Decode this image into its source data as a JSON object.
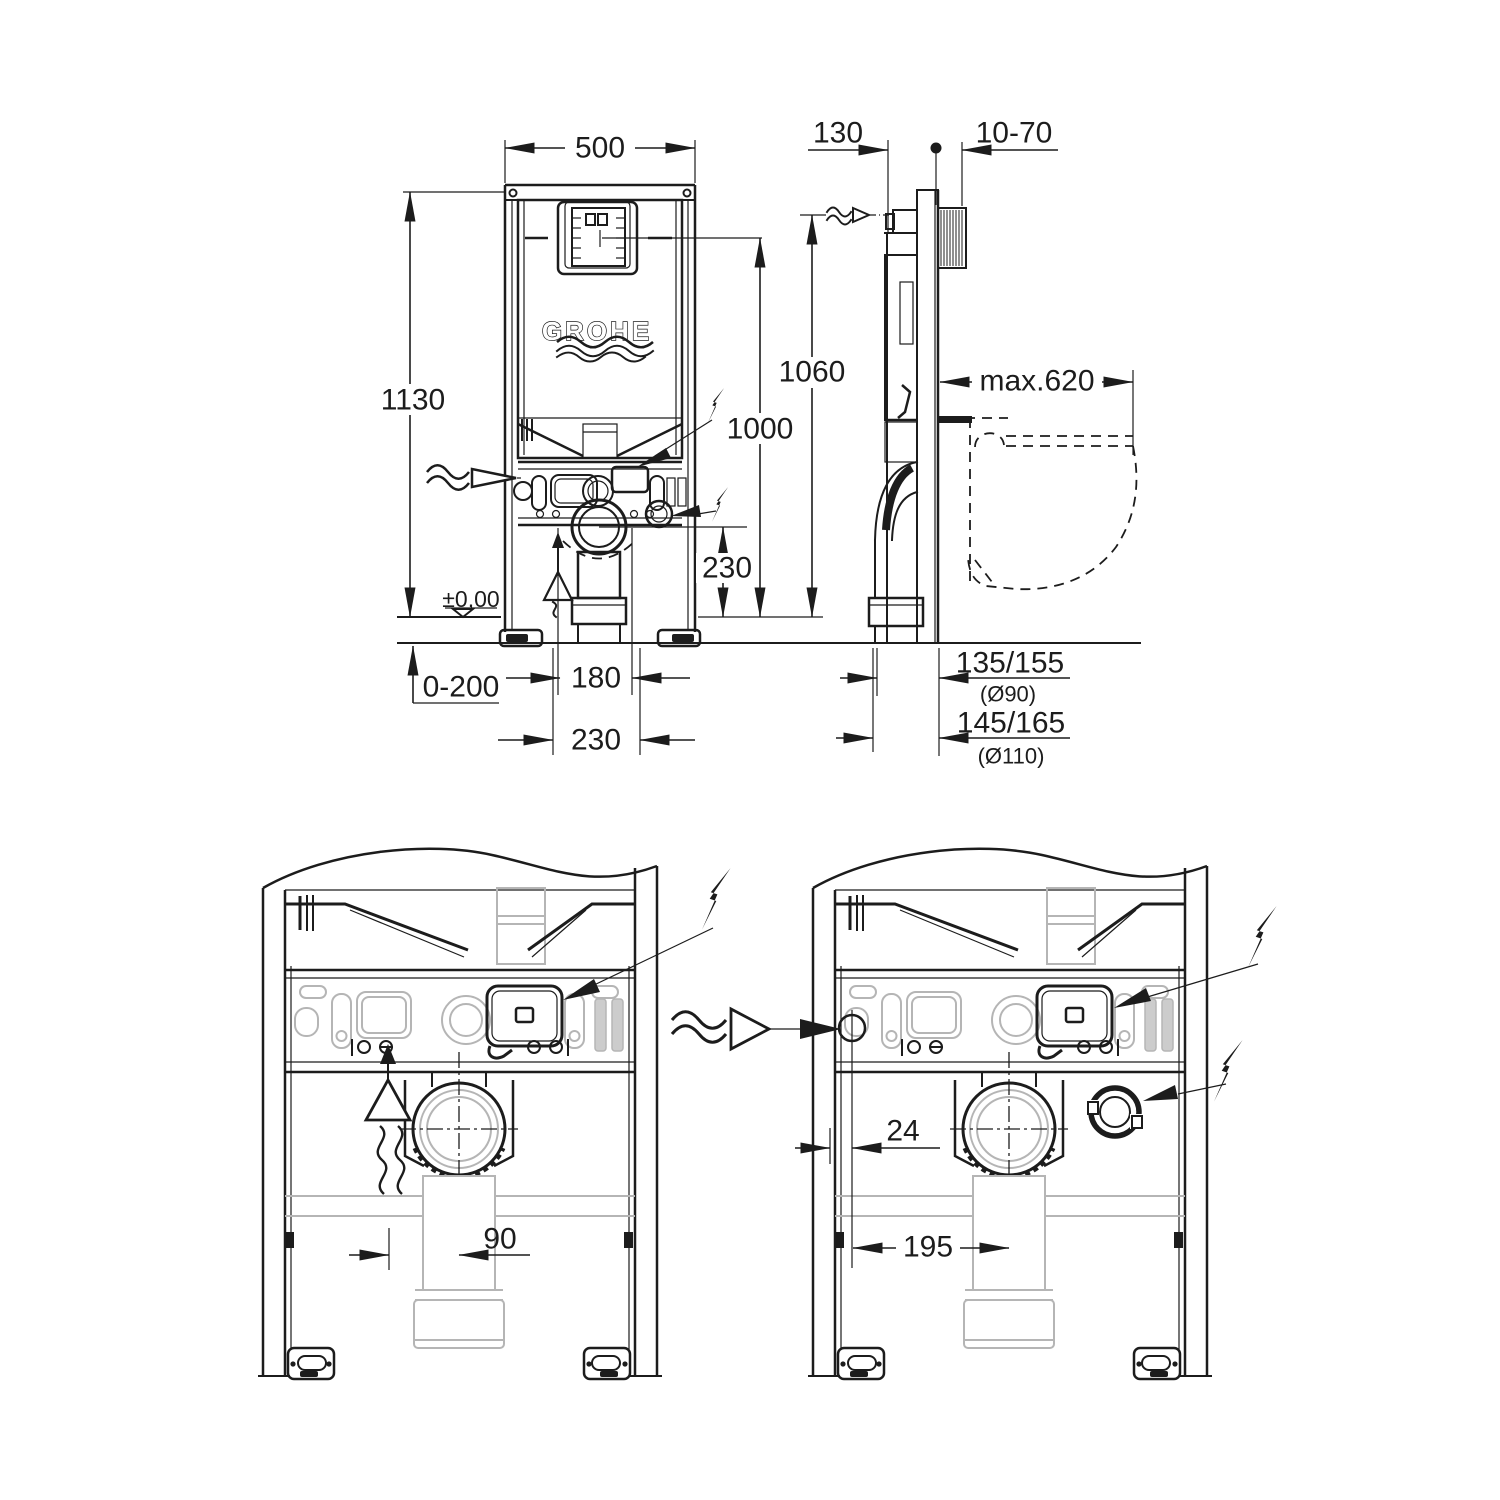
{
  "brand": "GROHE",
  "colors": {
    "line": "#1c1c1c",
    "light_gray": "#b5b5b5",
    "background": "#ffffff"
  },
  "icons": {
    "lightning_bolt": "electrical-connection",
    "water_wave_arrow": "water-supply-connection",
    "vent_triangle_wave": "vent-connection",
    "floor_level_triangle": "datum-marker"
  },
  "front_view": {
    "width": "500",
    "total_height": "1130",
    "flush_unit_height": "1000",
    "outlet_height": "230",
    "floor_level": "±0,00",
    "floor_buildup": "0-200",
    "supply_spacing": "180",
    "drain_spacing": "230"
  },
  "side_view": {
    "frame_depth": "130",
    "wall_finish_range": "10-70",
    "height": "1060",
    "max_projection": "max.620",
    "drain_offset_d90": "135/155",
    "drain_offset_d90_note": "(Ø90)",
    "drain_offset_d110": "145/165",
    "drain_offset_d110_note": "(Ø110)"
  },
  "detail_left": {
    "vent_to_drain_offset": "90"
  },
  "detail_right": {
    "supply_inlet_offset": "24",
    "inlet_to_drain_offset": "195"
  }
}
